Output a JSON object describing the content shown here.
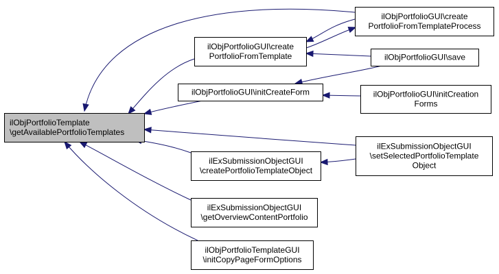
{
  "diagram": {
    "type": "caller-graph",
    "colors": {
      "edge": "#191970",
      "root_fill": "#bfbfbf",
      "node_fill": "#ffffff",
      "node_border": "#000000"
    },
    "nodes": [
      {
        "id": "root",
        "lines": [
          "ilObjPortfolioTemplate",
          "\\getAvailablePortfolioTemplates"
        ],
        "highlighted": true
      },
      {
        "id": "createPortfolioFromTemplate",
        "lines": [
          "ilObjPortfolioGUI\\create",
          "PortfolioFromTemplate"
        ]
      },
      {
        "id": "createPortfolioFromTemplateProcess",
        "lines": [
          "ilObjPortfolioGUI\\create",
          "PortfolioFromTemplateProcess"
        ]
      },
      {
        "id": "save",
        "lines": [
          "ilObjPortfolioGUI\\save"
        ]
      },
      {
        "id": "initCreateForm",
        "lines": [
          "ilObjPortfolioGUI\\initCreateForm"
        ]
      },
      {
        "id": "initCreationForms",
        "lines": [
          "ilObjPortfolioGUI\\initCreation",
          "Forms"
        ]
      },
      {
        "id": "createPortfolioTemplateObject",
        "lines": [
          "ilExSubmissionObjectGUI",
          "\\createPortfolioTemplateObject"
        ]
      },
      {
        "id": "setSelectedPortfolioTemplateObject",
        "lines": [
          "ilExSubmissionObjectGUI",
          "\\setSelectedPortfolioTemplate",
          "Object"
        ]
      },
      {
        "id": "getOverviewContentPortfolio",
        "lines": [
          "ilExSubmissionObjectGUI",
          "\\getOverviewContentPortfolio"
        ]
      },
      {
        "id": "initCopyPageFormOptions",
        "lines": [
          "ilObjPortfolioTemplateGUI",
          "\\initCopyPageFormOptions"
        ]
      }
    ],
    "edges": [
      {
        "from": "createPortfolioFromTemplate",
        "to": "root"
      },
      {
        "from": "createPortfolioFromTemplateProcess",
        "to": "root"
      },
      {
        "from": "createPortfolioFromTemplateProcess",
        "to": "createPortfolioFromTemplate"
      },
      {
        "from": "createPortfolioFromTemplate",
        "to": "createPortfolioFromTemplateProcess"
      },
      {
        "from": "save",
        "to": "createPortfolioFromTemplate"
      },
      {
        "from": "save",
        "to": "initCreateForm"
      },
      {
        "from": "initCreateForm",
        "to": "root"
      },
      {
        "from": "initCreationForms",
        "to": "initCreateForm"
      },
      {
        "from": "createPortfolioTemplateObject",
        "to": "root"
      },
      {
        "from": "setSelectedPortfolioTemplateObject",
        "to": "root"
      },
      {
        "from": "setSelectedPortfolioTemplateObject",
        "to": "createPortfolioTemplateObject"
      },
      {
        "from": "getOverviewContentPortfolio",
        "to": "root"
      },
      {
        "from": "initCopyPageFormOptions",
        "to": "root"
      }
    ]
  }
}
